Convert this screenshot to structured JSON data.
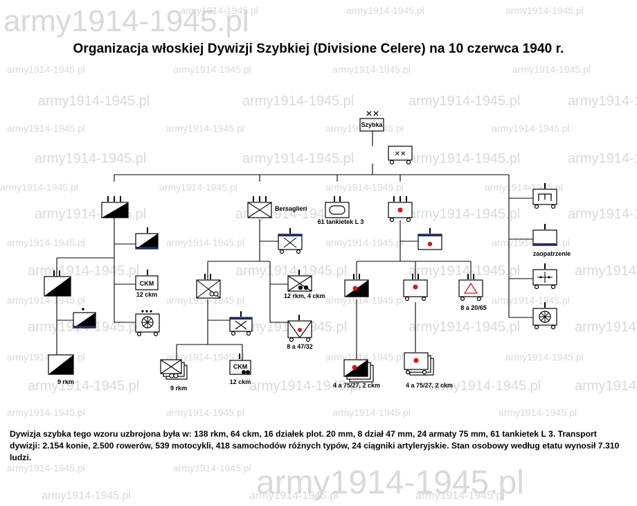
{
  "title": "Organizacja włoskiej Dywizji Szybkiej (Divisione Celere) na 10 czerwca 1940 r.",
  "watermark": "army1914-1945.pl",
  "units": {
    "division_label": "Szybka",
    "bersaglieri_label": "Bersaglieri",
    "tank_label": "61 tankietek L 3",
    "supply_label": "zaopatrzenie",
    "ckm_text": "CKM",
    "cav_mg_note": "12 ckm",
    "cav_sqn_note": "9 rkm",
    "bers_mg_note": "12 ckm",
    "bers_sqn_note": "9 rkm",
    "bers_mot_note": "12 rkm, 4 ckm",
    "at_note": "8 a 47/32",
    "art_bat1_note": "4 a 75/27, 2 ckm",
    "art_bat2_note": "4 a 75/27, 2 ckm",
    "aa_note": "8 a 20/65"
  },
  "summary": "Dywizja szybka tego wzoru uzbrojona była w: 138 rkm, 64 ckm, 16 działek plot. 20 mm, 8 dział 47 mm, 24 armaty 75 mm, 61 tankietek L 3. Transport dywizji: 2.154 konie, 2.500 rowerów, 539 motocykli, 418 samochodów różnych typów, 24 ciągniki artyleryjskie. Stan osobowy według etatu wynosił 7.310 ludzi.",
  "colors": {
    "red": "#d8141c",
    "navy": "#1f2a6b",
    "watermark": "#d9d9d9"
  }
}
